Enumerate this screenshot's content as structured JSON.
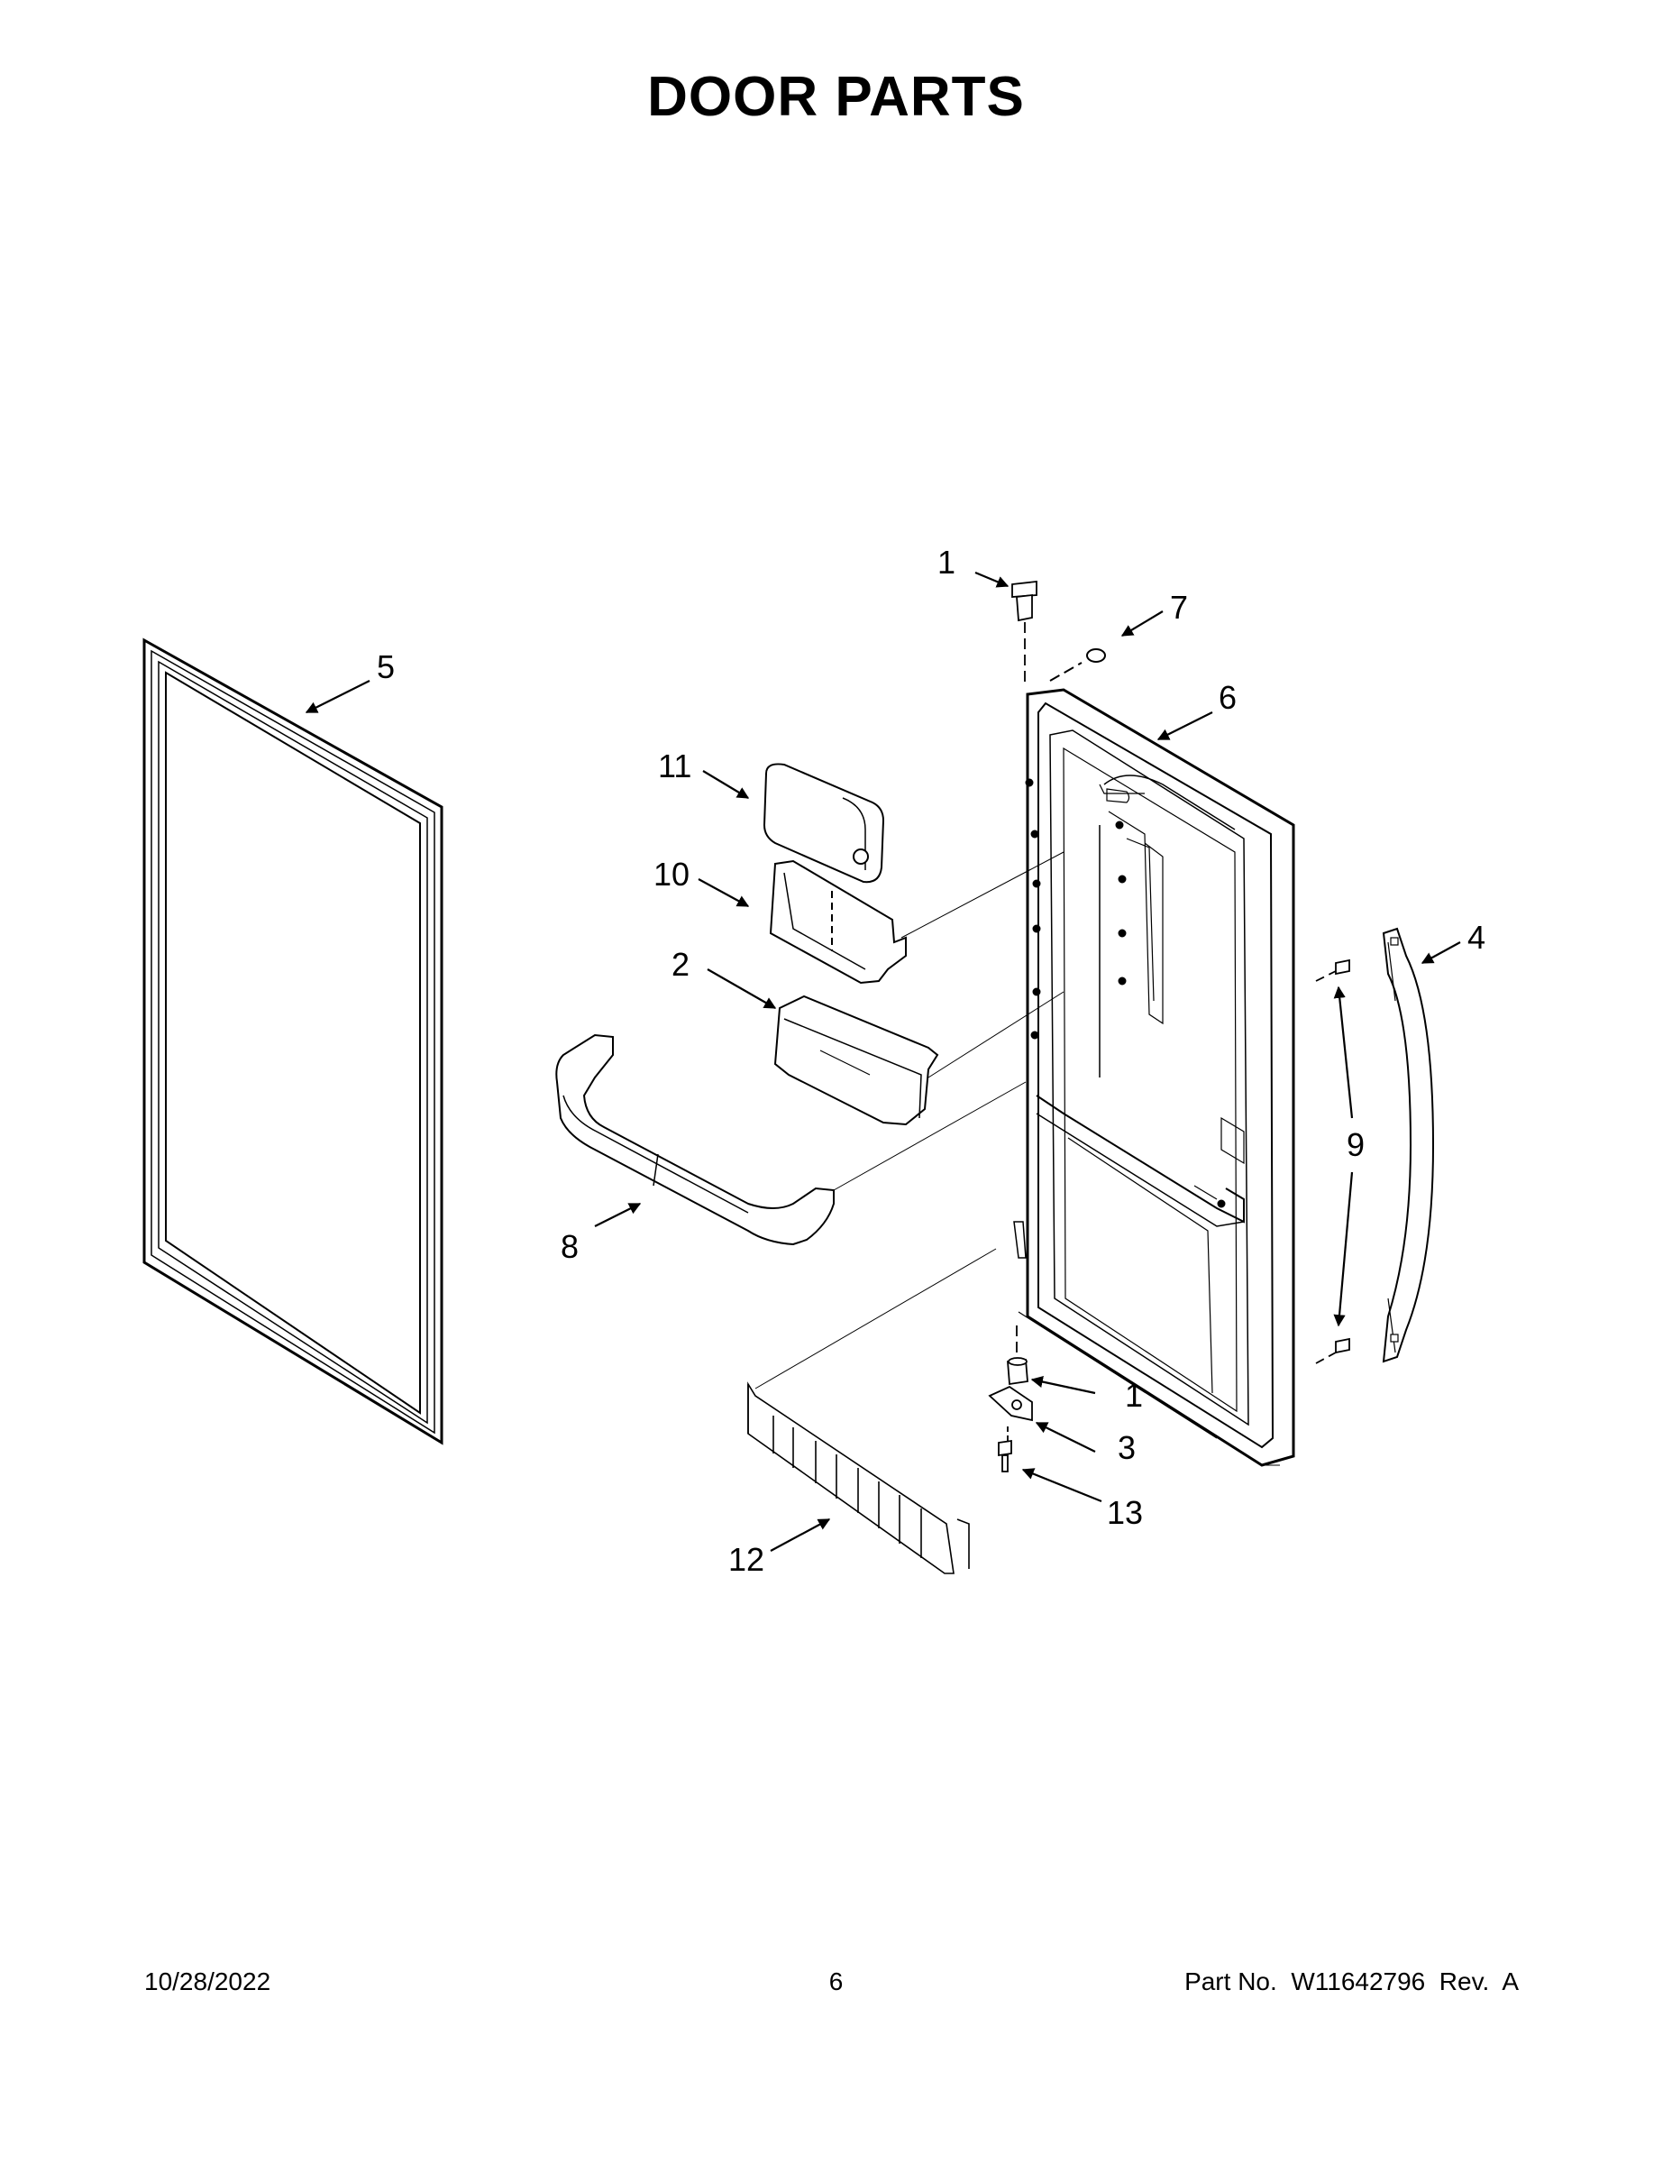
{
  "page": {
    "title": "DOOR PARTS"
  },
  "callouts": [
    "1",
    "7",
    "6",
    "5",
    "11",
    "10",
    "2",
    "4",
    "9",
    "8",
    "1",
    "3",
    "13",
    "12"
  ],
  "footer": {
    "date": "10/28/2022",
    "page_number": "6",
    "part_number": "Part No.  W11642796  Rev.  A"
  }
}
